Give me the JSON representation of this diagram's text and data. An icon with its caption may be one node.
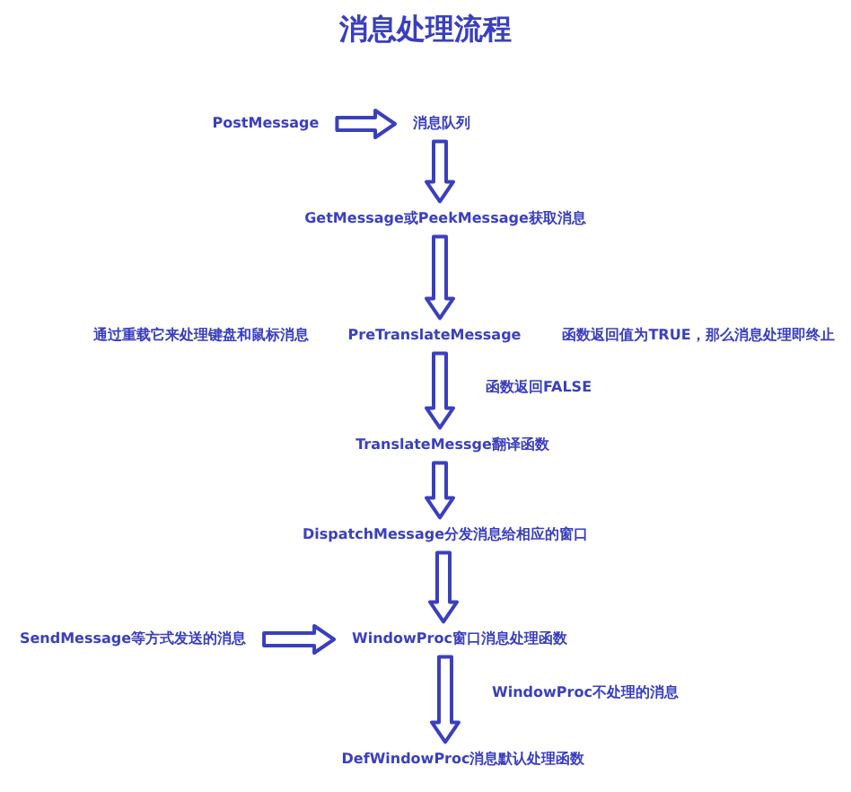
{
  "diagram": {
    "title": "消息处理流程",
    "nodes": [
      {
        "text": [
          "PostMessage"
        ]
      },
      {
        "text": [
          "消息队列"
        ]
      },
      {
        "text": [
          "GetMessage或PeekMessage获取消息"
        ]
      },
      {
        "text": [
          "PreTranslateMessage"
        ]
      },
      {
        "text": [
          "TranslateMessge翻译函数"
        ]
      },
      {
        "text": [
          "DispatchMessage分发消息给相应的窗口"
        ]
      },
      {
        "text": [
          "SendMessage等方式发送的消息"
        ]
      },
      {
        "text": [
          "WindowProc窗口消息处理函数"
        ]
      },
      {
        "text": [
          "DefWindowProc消息默认处理函数"
        ]
      }
    ],
    "edges": [
      {
        "from": 0,
        "to": 1,
        "arrow": "to"
      },
      {
        "from": 1,
        "to": 2,
        "arrow": "to"
      },
      {
        "from": 2,
        "to": 3,
        "arrow": "to"
      },
      {
        "from": 3,
        "to": 4,
        "arrow": "to",
        "label": "函数返回FALSE"
      },
      {
        "from": 4,
        "to": 5,
        "arrow": "to"
      },
      {
        "from": 5,
        "to": 7,
        "arrow": "to"
      },
      {
        "from": 6,
        "to": 7,
        "arrow": "to"
      },
      {
        "from": 7,
        "to": 8,
        "arrow": "to",
        "label": "WindowProc不处理的消息"
      }
    ],
    "labels": [
      "通过重载它来处理键盘和鼠标消息",
      "函数返回值为TRUE，那么消息处理即终止"
    ]
  }
}
